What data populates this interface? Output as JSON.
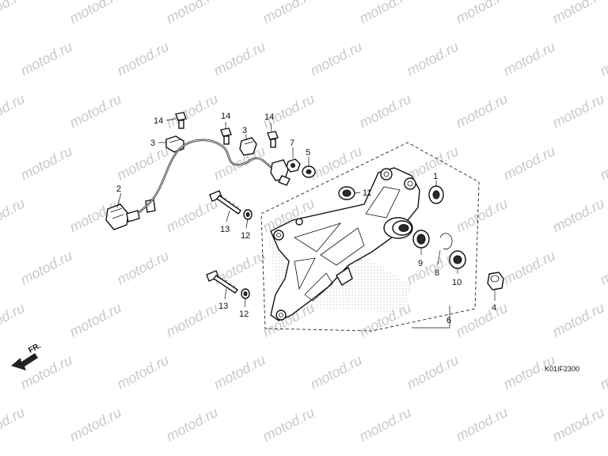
{
  "watermark": "motod.ru",
  "diagram_code": "K01IF2300",
  "direction_label": "FR.",
  "callouts": [
    {
      "id": "c1",
      "label": "1"
    },
    {
      "id": "c2",
      "label": "2"
    },
    {
      "id": "c3a",
      "label": "3"
    },
    {
      "id": "c3b",
      "label": "3"
    },
    {
      "id": "c4",
      "label": "4"
    },
    {
      "id": "c5",
      "label": "5"
    },
    {
      "id": "c6",
      "label": "6"
    },
    {
      "id": "c7",
      "label": "7"
    },
    {
      "id": "c8",
      "label": "8"
    },
    {
      "id": "c9",
      "label": "9"
    },
    {
      "id": "c10",
      "label": "10"
    },
    {
      "id": "c11",
      "label": "11"
    },
    {
      "id": "c12a",
      "label": "12"
    },
    {
      "id": "c12b",
      "label": "12"
    },
    {
      "id": "c13a",
      "label": "13"
    },
    {
      "id": "c13b",
      "label": "13"
    },
    {
      "id": "c14a",
      "label": "14"
    },
    {
      "id": "c14b",
      "label": "14"
    },
    {
      "id": "c14c",
      "label": "14"
    }
  ]
}
